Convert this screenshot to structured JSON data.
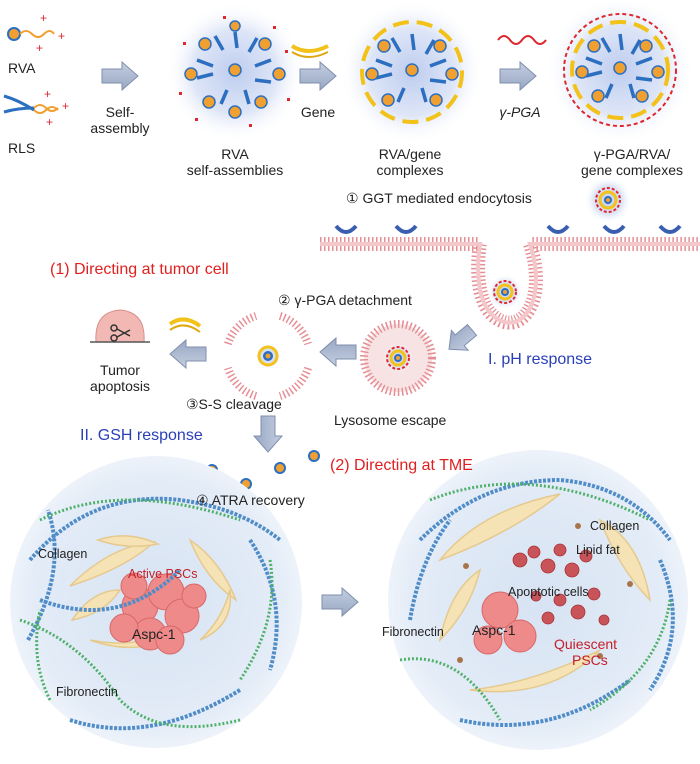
{
  "labels": {
    "rva": "RVA",
    "rls": "RLS",
    "self_assembly_1": "Self-",
    "self_assembly_2": "assembly",
    "rva_sa_1": "RVA",
    "rva_sa_2": "self-assemblies",
    "gene": "Gene",
    "rva_gene_1": "RVA/gene",
    "rva_gene_2": "complexes",
    "pga": "γ-PGA",
    "pga_complex_1": "γ-PGA/RVA/",
    "pga_complex_2": "gene complexes",
    "step1": "① GGT mediated endocytosis",
    "directing_tumor": "(1)  Directing at tumor cell",
    "step2": "②  γ-PGA detachment",
    "tumor_1": "Tumor",
    "tumor_2": "apoptosis",
    "step3": "③S-S cleavage",
    "lysosome_escape": "Lysosome escape",
    "ph_response": "I. pH response",
    "gsh_response": "II. GSH response",
    "directing_tme": "(2) Directing at TME",
    "step4": "④ ATRA recovery",
    "collagen_left": "Collagen",
    "active_pscs": "Active PSCs",
    "aspc_left": "Aspc-1",
    "fibronectin_left": "Fibronectin",
    "collagen_right": "Collagen",
    "lipid_fat": "Lipid fat",
    "apoptotic_cells": "Apoptotic cells",
    "fibronectin_right": "Fibronectin",
    "aspc_right": "Aspc-1",
    "quiescent_1": "Quiescent",
    "quiescent_2": "PSCs"
  },
  "colors": {
    "arrow": "#a9b6cf",
    "arrow_edge": "#7f8fae",
    "membrane": "#e58f95",
    "red_text": "#e02020",
    "blue_text": "#2a3fb8",
    "core_orange": "#f0a030",
    "polymer_blue": "#2c6fc0",
    "gene_yellow": "#f2c21a",
    "pga_red": "#e0262e",
    "tme_bg": "#dfe9f5",
    "psc_yellow": "#f6e3b5",
    "cell_pink": "#ef8a8a",
    "apoptotic_red": "#c8545a",
    "collagen_blue": "#4f8cc8",
    "fibronectin_green": "#4fb06a"
  }
}
